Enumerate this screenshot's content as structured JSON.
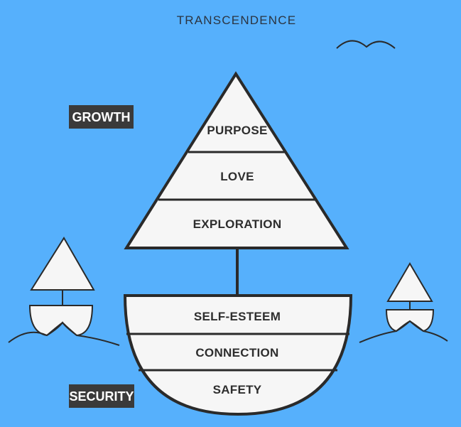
{
  "title": "TRANSCENDENCE",
  "badges": {
    "growth": "GROWTH",
    "security": "SECURITY"
  },
  "sail_levels": [
    "PURPOSE",
    "LOVE",
    "EXPLORATION"
  ],
  "hull_levels": [
    "SELF-ESTEEM",
    "CONNECTION",
    "SAFETY"
  ],
  "colors": {
    "sea": "#56b0fc",
    "fill": "#f6f6f6",
    "outline": "#2a2a2a",
    "badge": "#3a3a3a",
    "badge_text": "#ffffff"
  },
  "icons": [
    "bird-icon",
    "small-sailboat-icon",
    "small-sailboat-icon"
  ]
}
